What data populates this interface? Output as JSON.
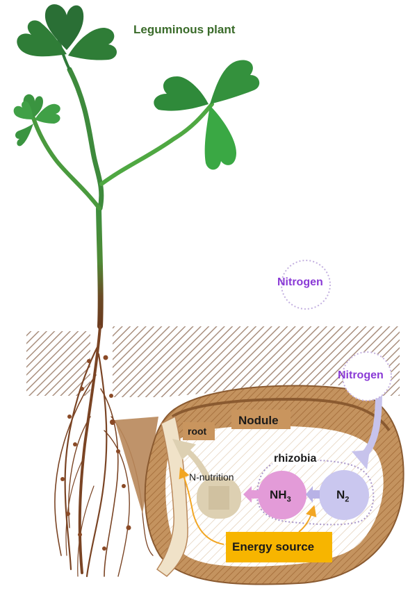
{
  "title": "Leguminous plant",
  "labels": {
    "nitrogen_air": "Nitrogen",
    "nitrogen_soil": "Nitrogen",
    "nodule": "Nodule",
    "root": "root",
    "rhizobia": "rhizobia",
    "n_nutrition": "N-nutrition",
    "nh3": "NH",
    "nh3_sub": "3",
    "n2": "N",
    "n2_sub": "2",
    "energy_source": "Energy source"
  },
  "colors": {
    "title_green": "#3a6b2a",
    "leaf_dark": "#2f7a3a",
    "leaf_light": "#44b04a",
    "stem_brown": "#6b3a1e",
    "soil_hatch": "#a58a78",
    "nodule_tan": "#c48f5a",
    "nodule_dark": "#9a6a3c",
    "nitrogen_purple": "#8a3ad6",
    "nh3_pink": "#e39ad8",
    "n2_lavender": "#c9c6ee",
    "energy_yellow": "#f7b500",
    "nutrition_beige": "#dccdb0"
  }
}
